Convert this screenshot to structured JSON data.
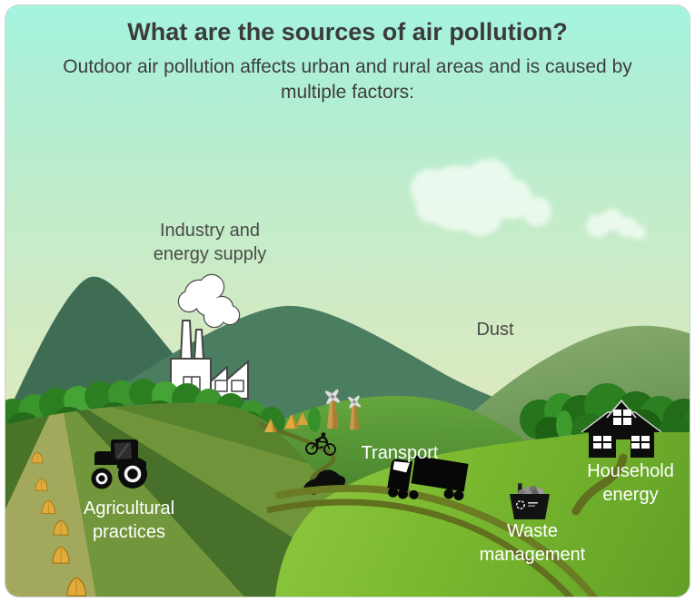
{
  "card": {
    "title": "What are the sources of air pollution?",
    "subtitle_line1": "Outdoor air pollution affects urban and rural areas and is caused by",
    "subtitle_line2": "multiple factors:"
  },
  "sources": [
    {
      "id": "industry",
      "line1": "Industry and",
      "line2": "energy supply",
      "icon": "factory-icon"
    },
    {
      "id": "dust",
      "line1": "Dust",
      "line2": "",
      "icon": "cloud-icon"
    },
    {
      "id": "transport",
      "line1": "Transport",
      "line2": "",
      "icon": "truck-icon"
    },
    {
      "id": "agriculture",
      "line1": "Agricultural",
      "line2": "practices",
      "icon": "tractor-icon"
    },
    {
      "id": "waste",
      "line1": "Waste",
      "line2": "management",
      "icon": "waste-bin-icon"
    },
    {
      "id": "household",
      "line1": "Household",
      "line2": "energy",
      "icon": "house-icon"
    }
  ],
  "colors": {
    "sky_top": "#a4f4e0",
    "sky_horizon": "#e4e9ba",
    "mountain_left": "#3e6d54",
    "mountain_mid": "#4b7d60",
    "hill_bright": "#7ab82f",
    "hill_village": "#4d8a31",
    "field_pale_stripe": "#a3a95c",
    "road": "#6b7c24",
    "hay": "#e0ab3a",
    "title_text": "#3b3b3b",
    "label_dark": "#4a4a4a",
    "label_light": "#ffffff"
  }
}
